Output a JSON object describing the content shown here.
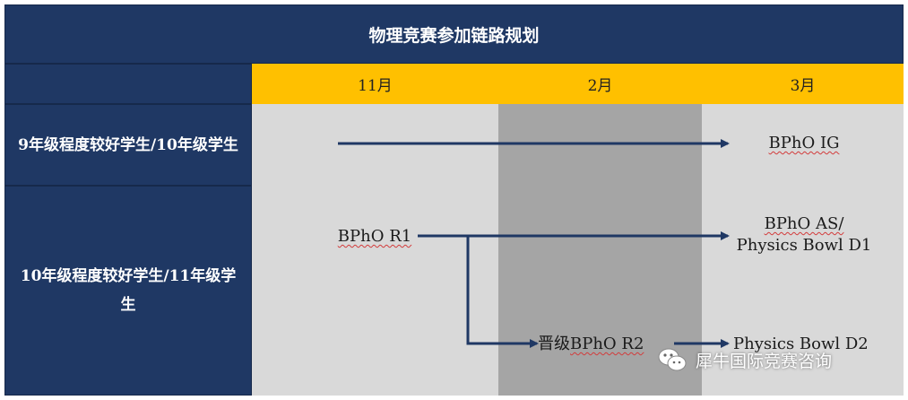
{
  "title": "物理竞赛参加链路规划",
  "months": [
    "11月",
    "2月",
    "3月"
  ],
  "rows": [
    {
      "label": "9年级程度较好学生/10年级学生"
    },
    {
      "label": "10年级程度较好学生/11年级学生"
    }
  ],
  "nodes": {
    "bpho_ig": "BPhO IG",
    "bpho_r1": "BPhO R1",
    "bpho_as_line1": "BPhO AS/",
    "bpho_as_line2": "Physics Bowl D1",
    "r2_prefix": "晋级",
    "bpho_r2": "BPhO R2",
    "physics_bowl_d2": "Physics Bowl D2"
  },
  "watermark": {
    "text": "犀牛国际竞赛咨询",
    "icon": "wechat-icon"
  },
  "colors": {
    "navy": "#1f3864",
    "header_yellow": "#ffc000",
    "cell_light": "#d9d9d9",
    "cell_dark": "#a5a5a5"
  }
}
